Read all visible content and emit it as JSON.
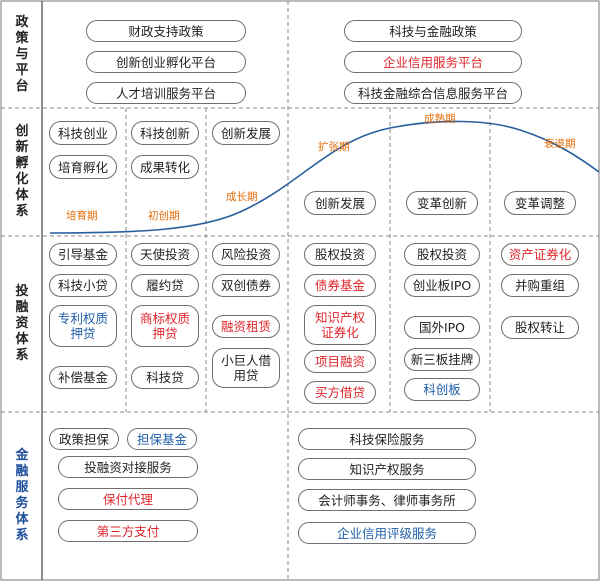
{
  "sections": [
    {
      "label": [
        "政",
        "策",
        "与",
        "平",
        "台"
      ],
      "color": "#222222"
    },
    {
      "label": [
        "创",
        "新",
        "孵",
        "化",
        "体",
        "系"
      ],
      "color": "#222222"
    },
    {
      "label": [
        "投",
        "融",
        "资",
        "体",
        "系"
      ],
      "color": "#222222"
    },
    {
      "label": [
        "金",
        "融",
        "服",
        "务",
        "体",
        "系"
      ],
      "color": "#1f4e9a"
    }
  ],
  "policy": [
    {
      "text": "财政支持政策",
      "color": "dark"
    },
    {
      "text": "创新创业孵化平台",
      "color": "dark"
    },
    {
      "text": "人才培训服务平台",
      "color": "dark"
    },
    {
      "text": "科技与金融政策",
      "color": "dark"
    },
    {
      "text": "企业信用服务平台",
      "color": "red"
    },
    {
      "text": "科技金融综合信息服务平台",
      "color": "dark"
    }
  ],
  "incubation": [
    {
      "text": "科技创业",
      "color": "dark"
    },
    {
      "text": "培育孵化",
      "color": "dark"
    },
    {
      "text": "科技创新",
      "color": "dark"
    },
    {
      "text": "成果转化",
      "color": "dark"
    },
    {
      "text": "创新发展",
      "color": "dark"
    },
    {
      "text": "创新发展",
      "color": "dark"
    },
    {
      "text": "变革创新",
      "color": "dark"
    },
    {
      "text": "变革调整",
      "color": "dark"
    }
  ],
  "stages": [
    "培育期",
    "初创期",
    "成长期",
    "扩张期",
    "成熟期",
    "衰退期"
  ],
  "financing": [
    {
      "text": "引导基金",
      "color": "dark"
    },
    {
      "text": "科技小贷",
      "color": "dark"
    },
    {
      "text": "专利权质押贷",
      "color": "blue"
    },
    {
      "text": "补偿基金",
      "color": "dark"
    },
    {
      "text": "天使投资",
      "color": "dark"
    },
    {
      "text": "履约贷",
      "color": "dark"
    },
    {
      "text": "商标权质押贷",
      "color": "red"
    },
    {
      "text": "科技贷",
      "color": "dark"
    },
    {
      "text": "风险投资",
      "color": "dark"
    },
    {
      "text": "双创债券",
      "color": "dark"
    },
    {
      "text": "融资租赁",
      "color": "red"
    },
    {
      "text": "小巨人借用贷",
      "color": "dark"
    },
    {
      "text": "股权投资",
      "color": "dark"
    },
    {
      "text": "债券基金",
      "color": "red"
    },
    {
      "text": "知识产权证券化",
      "color": "red"
    },
    {
      "text": "项目融资",
      "color": "red"
    },
    {
      "text": "买方借贷",
      "color": "red"
    },
    {
      "text": "股权投资",
      "color": "dark"
    },
    {
      "text": "创业板IPO",
      "color": "dark"
    },
    {
      "text": "国外IPO",
      "color": "dark"
    },
    {
      "text": "新三板挂牌",
      "color": "dark"
    },
    {
      "text": "科创板",
      "color": "blue"
    },
    {
      "text": "资产证券化",
      "color": "red"
    },
    {
      "text": "并购重组",
      "color": "dark"
    },
    {
      "text": "股权转让",
      "color": "dark"
    }
  ],
  "services": [
    {
      "text": "政策担保",
      "color": "dark"
    },
    {
      "text": "担保基金",
      "color": "blue"
    },
    {
      "text": "投融资对接服务",
      "color": "dark"
    },
    {
      "text": "保付代理",
      "color": "red"
    },
    {
      "text": "第三方支付",
      "color": "red"
    },
    {
      "text": "科技保险服务",
      "color": "dark"
    },
    {
      "text": "知识产权服务",
      "color": "dark"
    },
    {
      "text": "会计师事务、律师事务所",
      "color": "dark"
    },
    {
      "text": "企业信用评级服务",
      "color": "blue"
    }
  ],
  "colors": {
    "dark": "#222222",
    "red": "#e0262b",
    "blue": "#1f5fa8",
    "stage": "#e36c09",
    "curve": "#2a5f9e",
    "border": "#6e6e6e"
  }
}
